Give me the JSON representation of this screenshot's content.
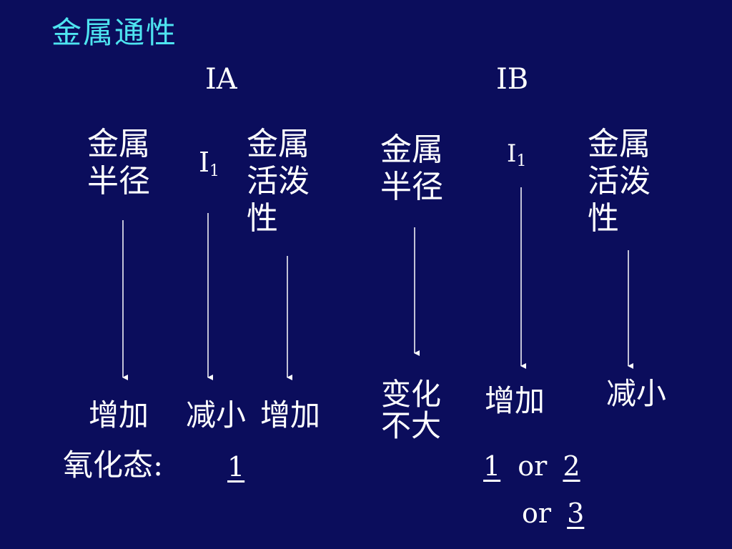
{
  "title": "金属通性",
  "groups": {
    "ia": "IA",
    "ib": "IB"
  },
  "ia": {
    "radius_label_line1": "金属",
    "radius_label_line2": "半径",
    "ionization_symbol": "I",
    "ionization_sub": "1",
    "activity_line1": "金属",
    "activity_line2": "活泼",
    "activity_line3": "性",
    "radius_trend": "增加",
    "ionization_trend": "减小",
    "activity_trend": "增加"
  },
  "ib": {
    "radius_label_line1": "金属",
    "radius_label_line2": "半径",
    "ionization_symbol": "I",
    "ionization_sub": "1",
    "activity_line1": "金属",
    "activity_line2": "活泼",
    "activity_line3": "性",
    "radius_trend_line1": "变化",
    "radius_trend_line2": "不大",
    "ionization_trend": "增加",
    "activity_trend": "减小"
  },
  "oxidation": {
    "label": "氧化态:",
    "ia_value": "1",
    "ib_value1": "1",
    "or1": "or",
    "ib_value2": "2",
    "or2": "or",
    "ib_value3": "3"
  }
}
